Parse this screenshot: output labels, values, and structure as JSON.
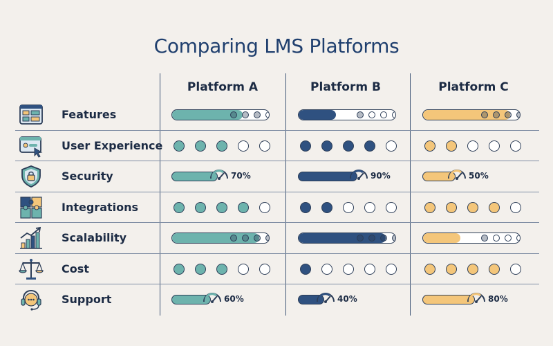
{
  "title": "Comparing LMS Platforms",
  "platforms": [
    {
      "name": "Platform A",
      "color": "#6db3ad"
    },
    {
      "name": "Platform B",
      "color": "#2f5180"
    },
    {
      "name": "Platform C",
      "color": "#f4c67a"
    }
  ],
  "rows": [
    {
      "label": "Features",
      "icon": "dashboard-icon",
      "type": "track",
      "values": [
        {
          "filled": 3,
          "total": 4
        },
        {
          "filled": 1,
          "total": 4
        },
        {
          "filled": 4,
          "total": 4
        }
      ]
    },
    {
      "label": "User Experience",
      "icon": "browser-cursor-icon",
      "type": "dots",
      "values": [
        {
          "filled": 3,
          "total": 5
        },
        {
          "filled": 4,
          "total": 5
        },
        {
          "filled": 2,
          "total": 5
        }
      ]
    },
    {
      "label": "Security",
      "icon": "shield-lock-icon",
      "type": "percent",
      "values": [
        {
          "percent": 70,
          "text": "70%"
        },
        {
          "percent": 90,
          "text": "90%"
        },
        {
          "percent": 50,
          "text": "50%"
        }
      ]
    },
    {
      "label": "Integrations",
      "icon": "puzzle-icon",
      "type": "dots",
      "values": [
        {
          "filled": 4,
          "total": 5
        },
        {
          "filled": 2,
          "total": 5
        },
        {
          "filled": 4,
          "total": 5
        }
      ]
    },
    {
      "label": "Scalability",
      "icon": "growth-chart-icon",
      "type": "track",
      "values": [
        {
          "filled": 4,
          "total": 4
        },
        {
          "filled": 4,
          "total": 4
        },
        {
          "filled": 1,
          "total": 4
        }
      ]
    },
    {
      "label": "Cost",
      "icon": "scales-icon",
      "type": "dots",
      "values": [
        {
          "filled": 3,
          "total": 5
        },
        {
          "filled": 1,
          "total": 5
        },
        {
          "filled": 4,
          "total": 5
        }
      ]
    },
    {
      "label": "Support",
      "icon": "headset-icon",
      "type": "percent",
      "values": [
        {
          "percent": 60,
          "text": "60%"
        },
        {
          "percent": 40,
          "text": "40%"
        },
        {
          "percent": 80,
          "text": "80%"
        }
      ]
    }
  ]
}
